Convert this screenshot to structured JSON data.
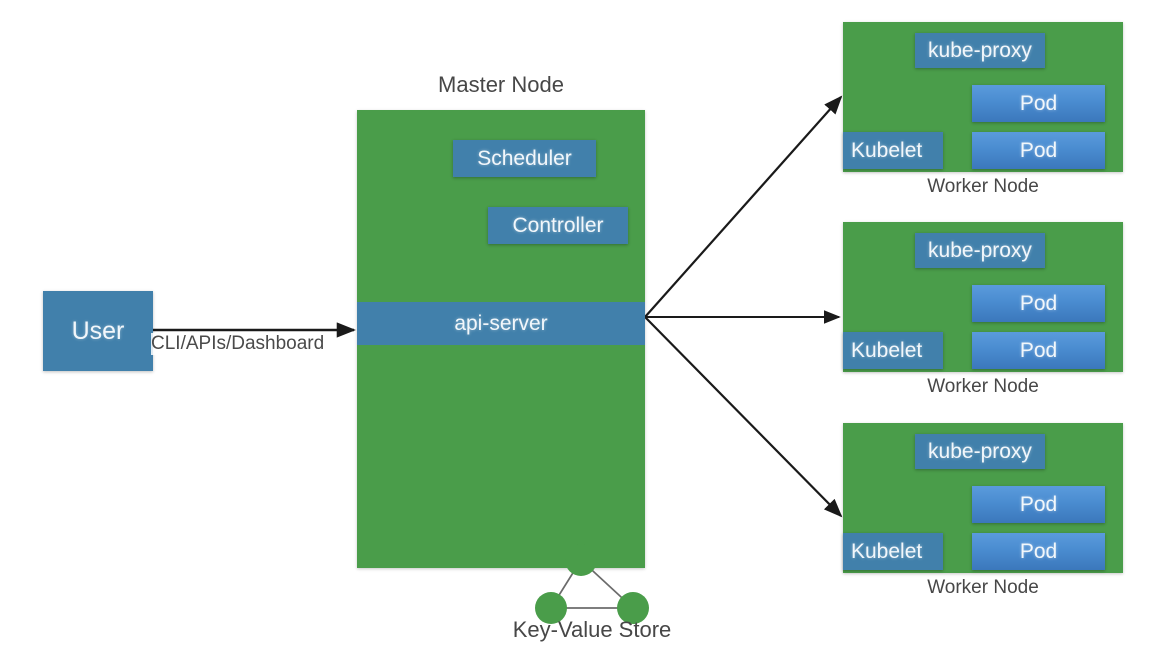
{
  "diagram": {
    "title_visible": false,
    "colors": {
      "node_green": "#4a9d4a",
      "chip_blue": "#4180ab",
      "pod_blue_light": "#5a9bdc",
      "pod_blue_dark": "#3b78bc",
      "arrow_black": "#1a1a1a",
      "caption_gray": "#474747",
      "background": "#ffffff"
    }
  },
  "user": {
    "label": "User",
    "edge_label": "CLI/APIs/Dashboard"
  },
  "master": {
    "caption": "Master Node",
    "components": {
      "scheduler": "Scheduler",
      "controller": "Controller",
      "api_server": "api-server"
    }
  },
  "key_value_store": {
    "caption": "Key-Value Store",
    "node_count": 3
  },
  "workers": [
    {
      "caption": "Worker Node",
      "kube_proxy": "kube-proxy",
      "kubelet": "Kubelet",
      "pods": [
        "Pod",
        "Pod"
      ]
    },
    {
      "caption": "Worker Node",
      "kube_proxy": "kube-proxy",
      "kubelet": "Kubelet",
      "pods": [
        "Pod",
        "Pod"
      ]
    },
    {
      "caption": "Worker Node",
      "kube_proxy": "kube-proxy",
      "kubelet": "Kubelet",
      "pods": [
        "Pod",
        "Pod"
      ]
    }
  ],
  "connections": [
    {
      "from": "user",
      "to": "api-server",
      "label": "CLI/APIs/Dashboard"
    },
    {
      "from": "scheduler",
      "to": "api-server",
      "label": ""
    },
    {
      "from": "controller",
      "to": "api-server",
      "label": ""
    },
    {
      "from": "api-server",
      "to": "key-value-store",
      "label": ""
    },
    {
      "from": "api-server",
      "to": "worker-node-1",
      "label": ""
    },
    {
      "from": "api-server",
      "to": "worker-node-2",
      "label": ""
    },
    {
      "from": "api-server",
      "to": "worker-node-3",
      "label": ""
    }
  ]
}
